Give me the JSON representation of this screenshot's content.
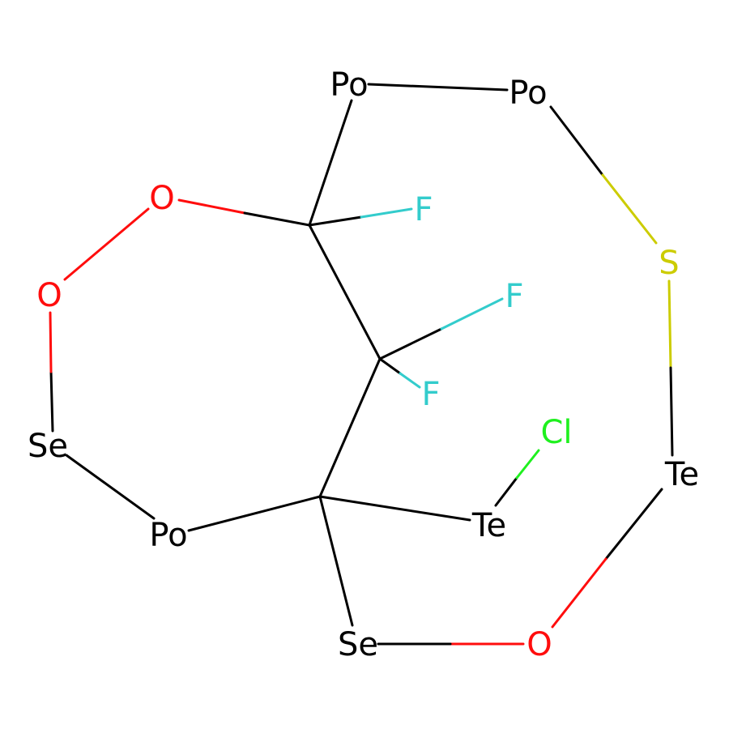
{
  "colors": {
    "carbon": "#000000",
    "oxygen": "#FF0D0D",
    "fluorine": "#33CCCC",
    "sulfur": "#CCCC00",
    "chlorine": "#1FF01F",
    "heavy": "#000000"
  },
  "atoms": [
    {
      "id": "po1",
      "symbol": "Po",
      "color": "heavy"
    },
    {
      "id": "po2",
      "symbol": "Po",
      "color": "heavy"
    },
    {
      "id": "o1",
      "symbol": "O",
      "color": "oxygen"
    },
    {
      "id": "f1",
      "symbol": "F",
      "color": "fluorine"
    },
    {
      "id": "o2",
      "symbol": "O",
      "color": "oxygen"
    },
    {
      "id": "s1",
      "symbol": "S",
      "color": "sulfur"
    },
    {
      "id": "f2",
      "symbol": "F",
      "color": "fluorine"
    },
    {
      "id": "f3",
      "symbol": "F",
      "color": "fluorine"
    },
    {
      "id": "se1",
      "symbol": "Se",
      "color": "heavy"
    },
    {
      "id": "cl1",
      "symbol": "Cl",
      "color": "chlorine"
    },
    {
      "id": "te1",
      "symbol": "Te",
      "color": "heavy"
    },
    {
      "id": "te2",
      "symbol": "Te",
      "color": "heavy"
    },
    {
      "id": "po3",
      "symbol": "Po",
      "color": "heavy"
    },
    {
      "id": "se2",
      "symbol": "Se",
      "color": "heavy"
    },
    {
      "id": "o3",
      "symbol": "O",
      "color": "oxygen"
    }
  ]
}
